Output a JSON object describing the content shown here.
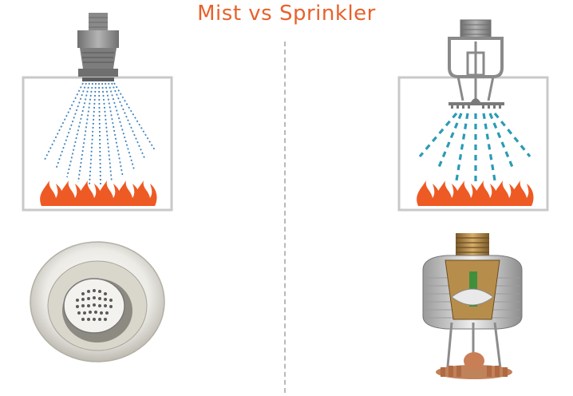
{
  "title": "Mist vs Sprinkler",
  "colors": {
    "title": "#e8612c",
    "flame": "#ee5a24",
    "mist_spray": "#3f83bd",
    "sprinkler_spray": "#2a9bb5",
    "frame": "#c9c9c9",
    "nozzle": "#8a8a8a"
  },
  "panels": [
    {
      "id": "mist",
      "nozzle_icon": "mist-nozzle-icon",
      "photo_icon": "mist-nozzle-photo"
    },
    {
      "id": "sprinkler",
      "nozzle_icon": "sprinkler-head-icon",
      "photo_icon": "sprinkler-head-photo"
    }
  ]
}
